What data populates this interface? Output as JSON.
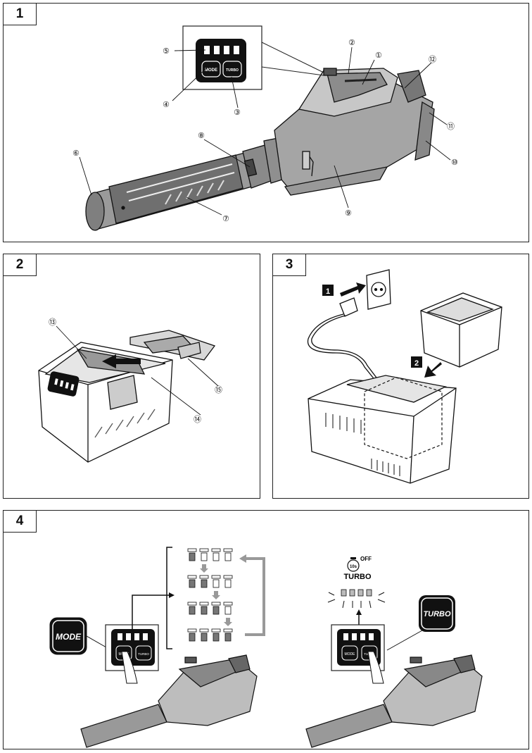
{
  "figures": [
    {
      "number": "1"
    },
    {
      "number": "2"
    },
    {
      "number": "3"
    },
    {
      "number": "4"
    }
  ],
  "fig1": {
    "callouts": [
      "①",
      "②",
      "④",
      "③",
      "⑤",
      "⑥",
      "⑦",
      "⑧",
      "⑨",
      "⑩",
      "⑪",
      "⑫"
    ],
    "mode_label": "MODE",
    "turbo_label": "TURBO"
  },
  "fig2": {
    "callouts": [
      "⑬",
      "⑭",
      "⑮"
    ]
  },
  "fig3": {
    "steps": [
      "1",
      "2"
    ]
  },
  "fig4": {
    "mode_button_label": "MODE",
    "turbo_button_label": "TURBO",
    "small_mode_label": "MODE",
    "small_turbo_label": "TURBO",
    "timer_label": "10s",
    "off_label": "OFF",
    "turbo_caption": "TURBO"
  }
}
